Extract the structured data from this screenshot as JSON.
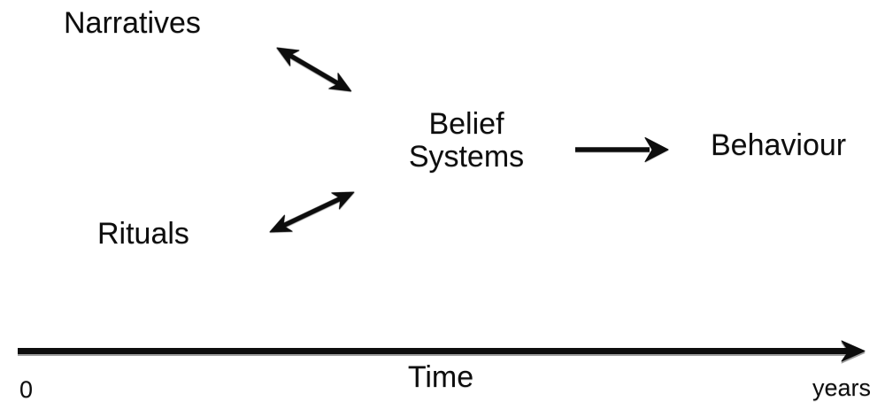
{
  "diagram": {
    "nodes": {
      "narratives": {
        "label": "Narratives"
      },
      "rituals": {
        "label": "Rituals"
      },
      "belief_systems": {
        "label": "Belief Systems"
      },
      "behaviour": {
        "label": "Behaviour"
      }
    },
    "edges": [
      {
        "from": "narratives",
        "to": "belief_systems",
        "direction": "bidirectional"
      },
      {
        "from": "rituals",
        "to": "belief_systems",
        "direction": "bidirectional"
      },
      {
        "from": "belief_systems",
        "to": "behaviour",
        "direction": "one-way"
      }
    ],
    "timeline": {
      "label": "Time",
      "start_label": "0",
      "end_label": "years",
      "direction": "one-way"
    },
    "colors": {
      "ink": "#0d0d0d",
      "background": "#ffffff",
      "shadow": "#9e9e9e"
    }
  }
}
